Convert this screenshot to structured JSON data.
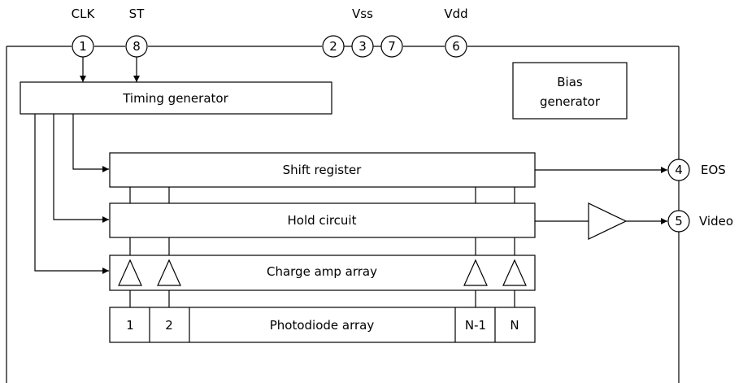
{
  "pins": {
    "clk": {
      "label": "CLK",
      "number": "1"
    },
    "st": {
      "label": "ST",
      "number": "8"
    },
    "vss": {
      "label": "Vss",
      "numbers": [
        "2",
        "3",
        "7"
      ]
    },
    "vdd": {
      "label": "Vdd",
      "number": "6"
    },
    "eos": {
      "label": "EOS",
      "number": "4"
    },
    "video": {
      "label": "Video",
      "number": "5"
    }
  },
  "blocks": {
    "timing_generator": "Timing generator",
    "bias_generator_line1": "Bias",
    "bias_generator_line2": "generator",
    "shift_register": "Shift register",
    "hold_circuit": "Hold circuit",
    "charge_amp_array": "Charge amp array",
    "photodiode_array": "Photodiode array"
  },
  "photodiode_cells": [
    "1",
    "2",
    "N-1",
    "N"
  ]
}
